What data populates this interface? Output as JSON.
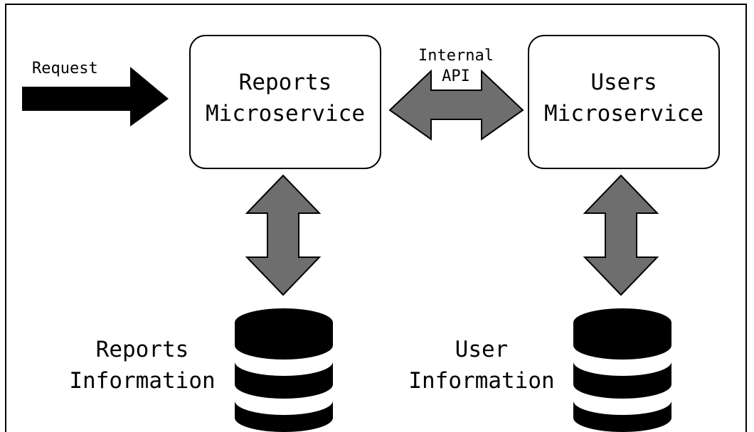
{
  "request_label": "Request",
  "internal_api": {
    "line1": "Internal",
    "line2": "API"
  },
  "reports_service": {
    "line1": "Reports",
    "line2": "Microservice"
  },
  "users_service": {
    "line1": "Users",
    "line2": "Microservice"
  },
  "reports_db": {
    "line1": "Reports",
    "line2": "Information"
  },
  "users_db": {
    "line1": "User",
    "line2": "Information"
  },
  "colors": {
    "arrow_fill": "#6e6e6e",
    "request_arrow_fill": "#000000",
    "database_fill": "#000000",
    "background": "#ffffff"
  },
  "icons": [
    "request-arrow-icon",
    "double-arrow-icon",
    "database-icon"
  ]
}
